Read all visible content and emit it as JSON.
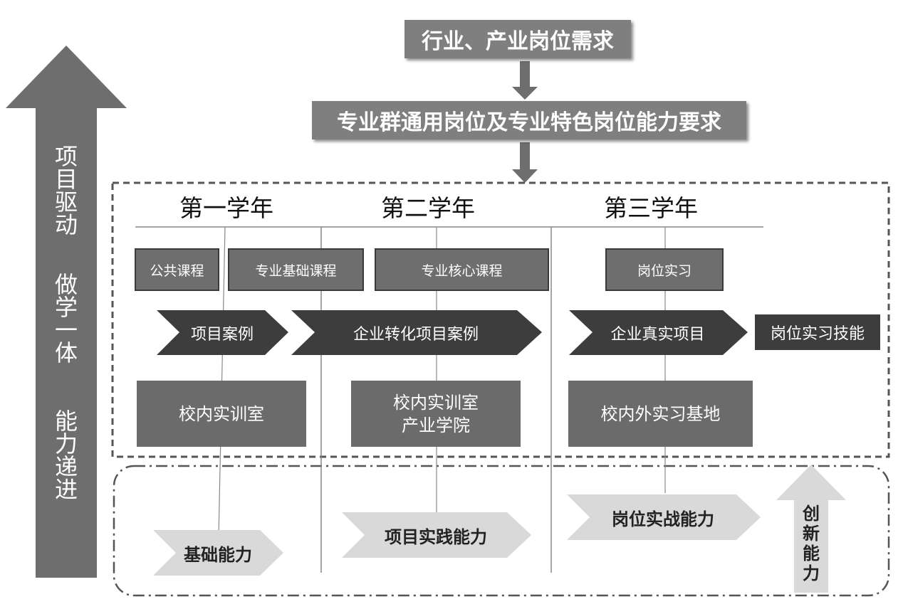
{
  "top": {
    "demand": "行业、产业岗位需求",
    "requirement": "专业群通用岗位及专业特色岗位能力要求"
  },
  "left_arrow": {
    "part1": "项目驱动",
    "part2": "做学一体",
    "part3": "能力递进"
  },
  "years": [
    "第一学年",
    "第二学年",
    "第三学年"
  ],
  "courses": {
    "public": "公共课程",
    "basic": "专业基础课程",
    "core": "专业核心课程",
    "internship": "岗位实习"
  },
  "projects": {
    "case": "项目案例",
    "enterprise_case": "企业转化项目案例",
    "real_project": "企业真实项目",
    "skill": "岗位实习技能"
  },
  "facilities": {
    "lab1": "校内实训室",
    "lab2_line1": "校内实训室",
    "lab2_line2": "产业学院",
    "base": "校内外实习基地"
  },
  "abilities": {
    "basic": "基础能力",
    "practice": "项目实践能力",
    "combat": "岗位实战能力",
    "innovation": "创新能力"
  },
  "colors": {
    "dark_box": "#6b6b6b",
    "top_box": "#7f7f7f",
    "dark_chevron": "#3d3d3d",
    "light_arrow": "#d9d9d9",
    "big_arrow": "#6e6e6e"
  }
}
